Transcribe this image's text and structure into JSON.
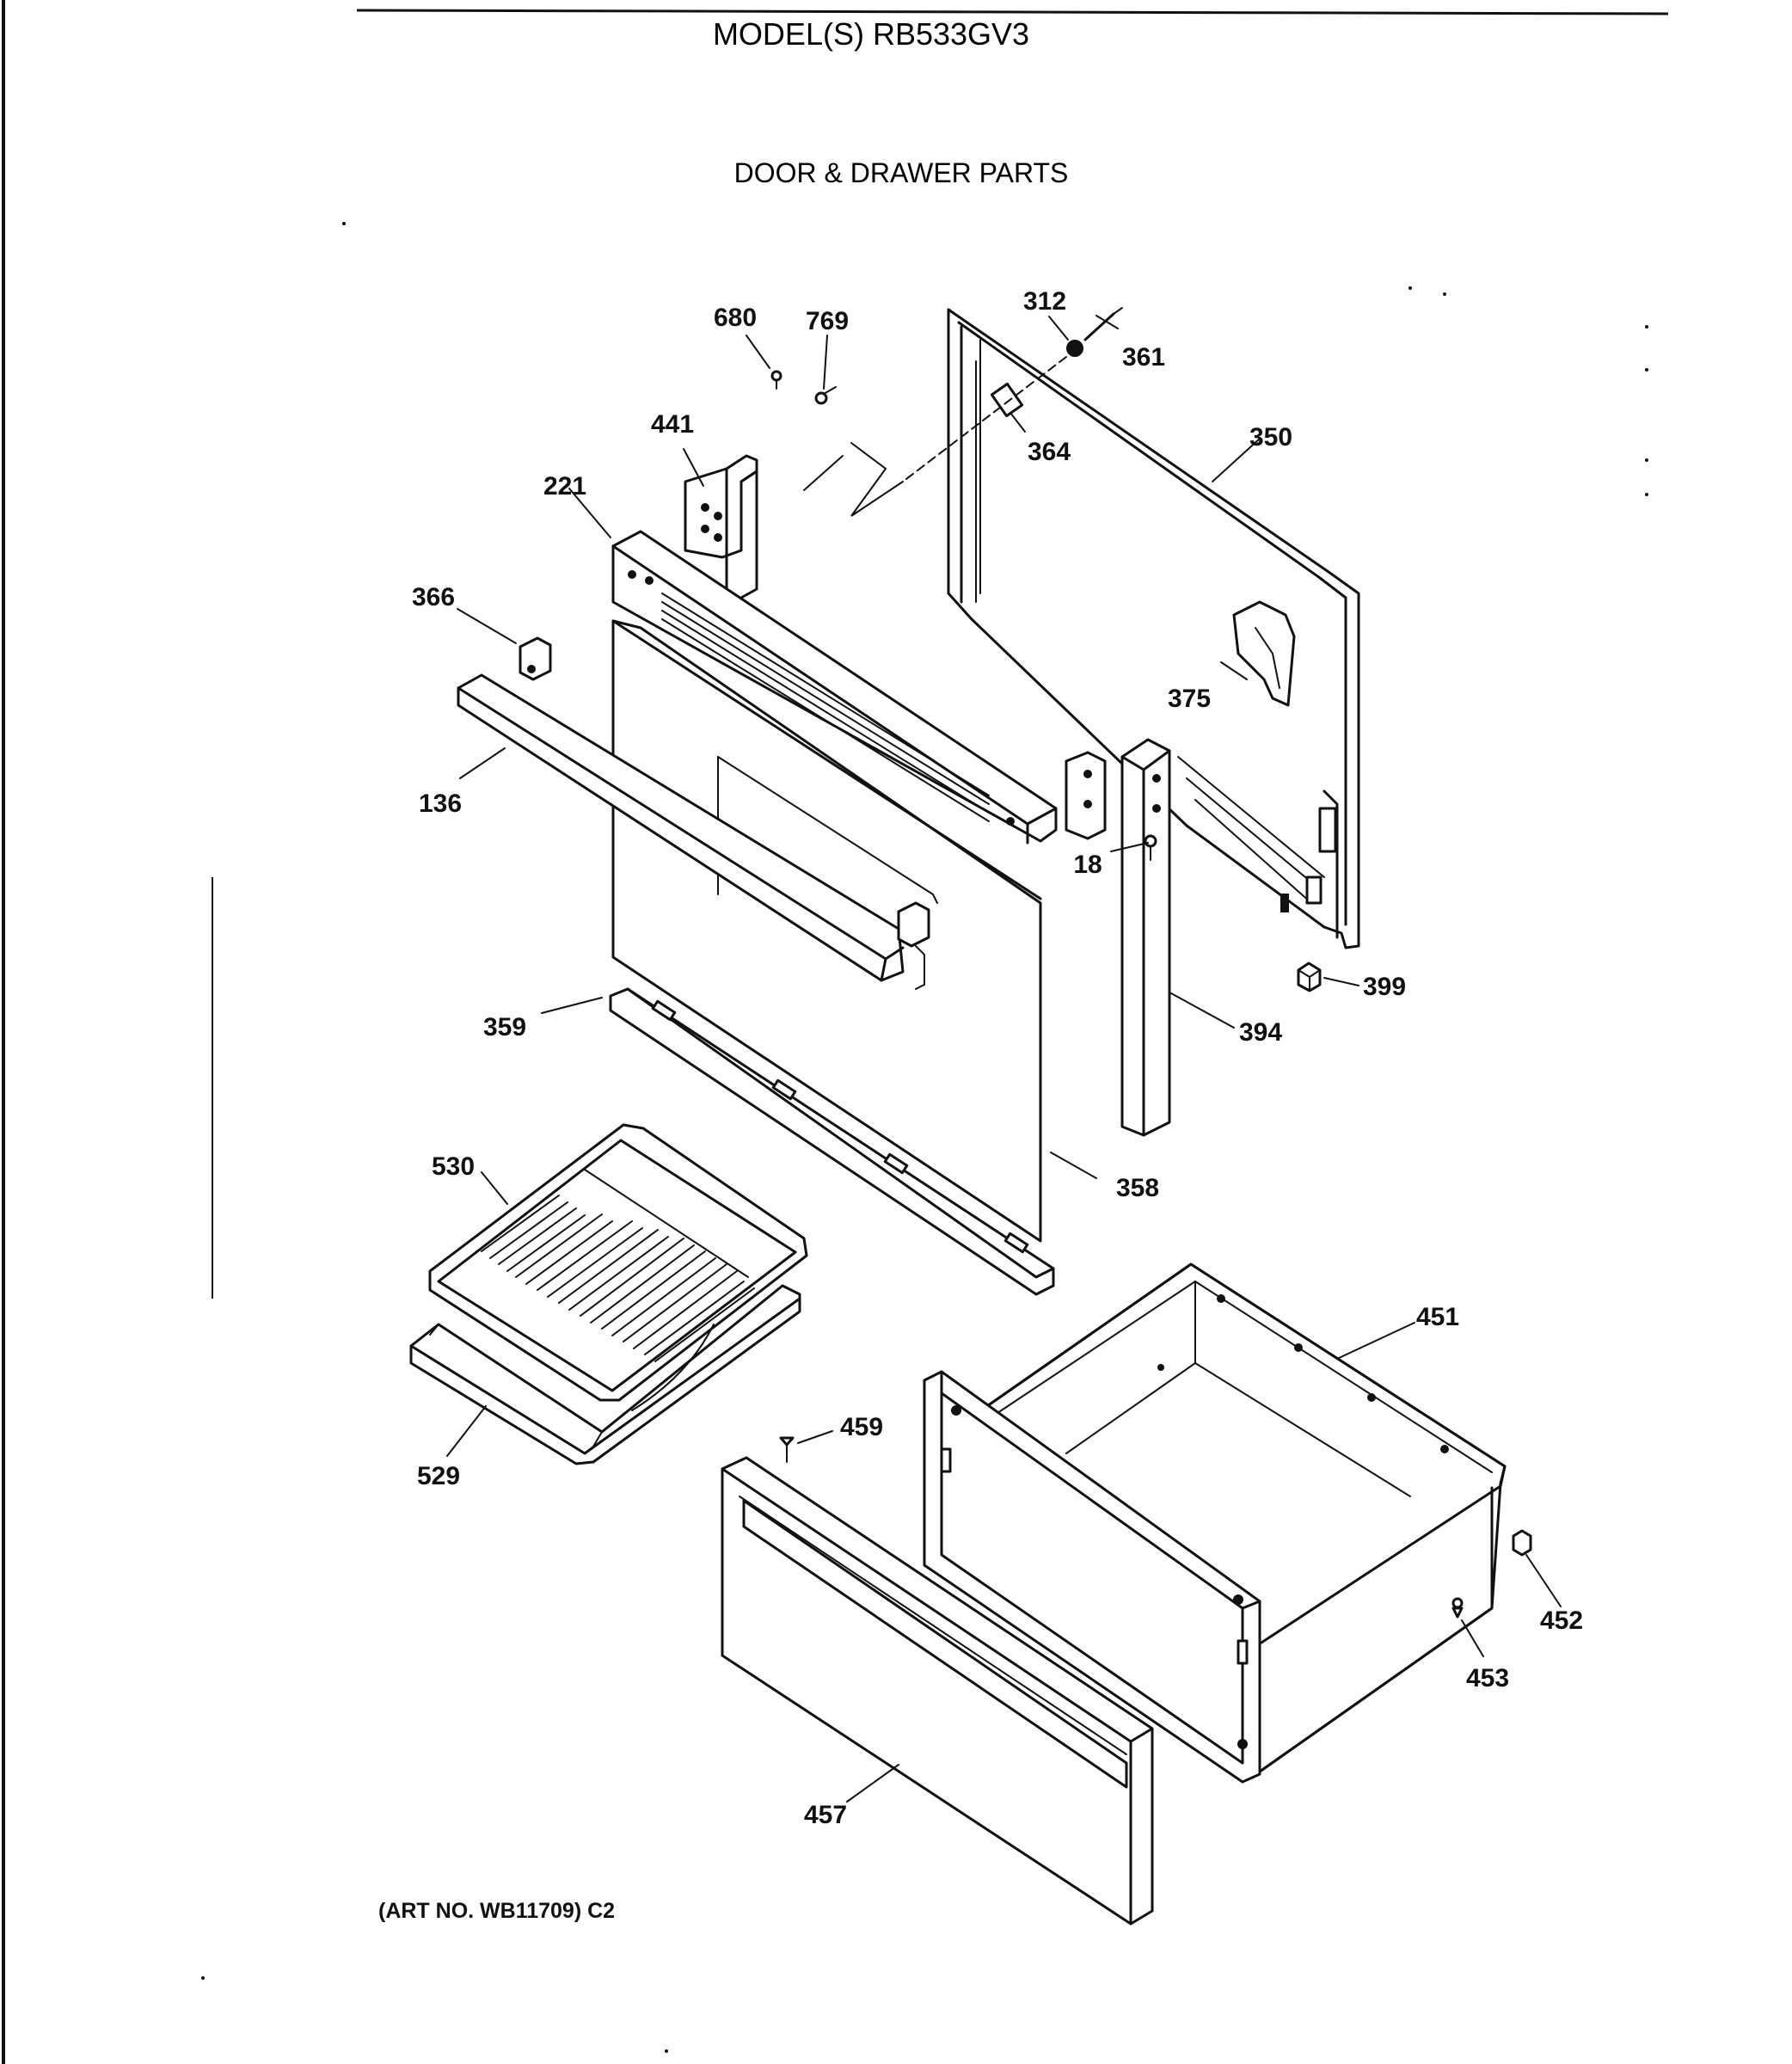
{
  "header": {
    "model": "MODEL(S) RB533GV3",
    "section_title": "DOOR & DRAWER PARTS"
  },
  "footer": {
    "art_number": "(ART NO. WB11709) C2"
  },
  "callouts": {
    "c18": "18",
    "c136": "136",
    "c221": "221",
    "c312": "312",
    "c350": "350",
    "c358": "358",
    "c359": "359",
    "c361": "361",
    "c364": "364",
    "c366": "366",
    "c375": "375",
    "c394": "394",
    "c399": "399",
    "c441": "441",
    "c451": "451",
    "c452": "452",
    "c453": "453",
    "c457": "457",
    "c459": "459",
    "c529": "529",
    "c530": "530",
    "c680": "680",
    "c769": "769"
  }
}
